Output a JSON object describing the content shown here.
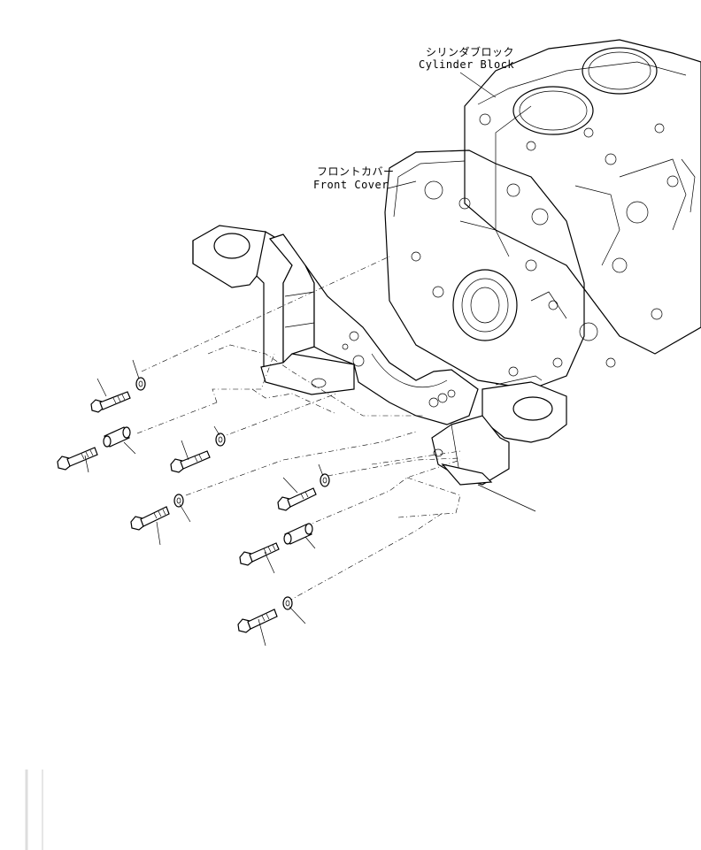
{
  "labels": {
    "cylinder_block_jp": "シリンダブロック",
    "cylinder_block_en": "Cylinder Block",
    "front_cover_jp": "フロントカバー",
    "front_cover_en": "Front Cover"
  }
}
